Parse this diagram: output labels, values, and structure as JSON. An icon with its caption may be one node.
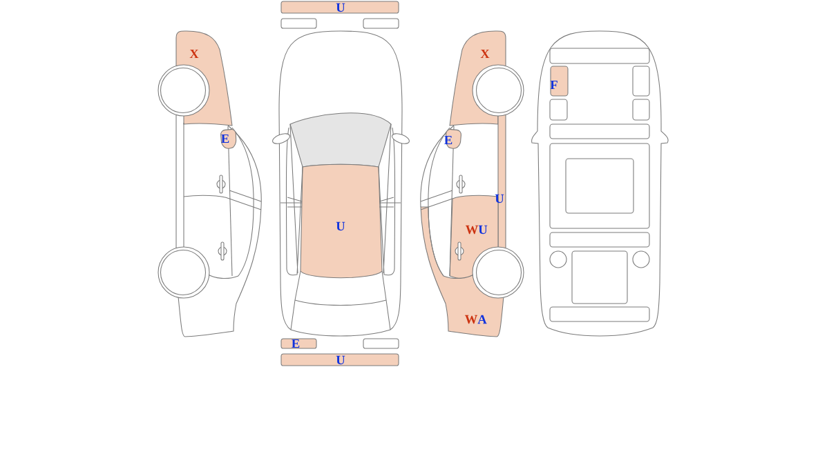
{
  "diagram": {
    "labels": [
      "U",
      "X",
      "X",
      "F",
      "E",
      "E",
      "U",
      "U",
      "W",
      "U",
      "W",
      "A",
      "E",
      "U"
    ]
  }
}
